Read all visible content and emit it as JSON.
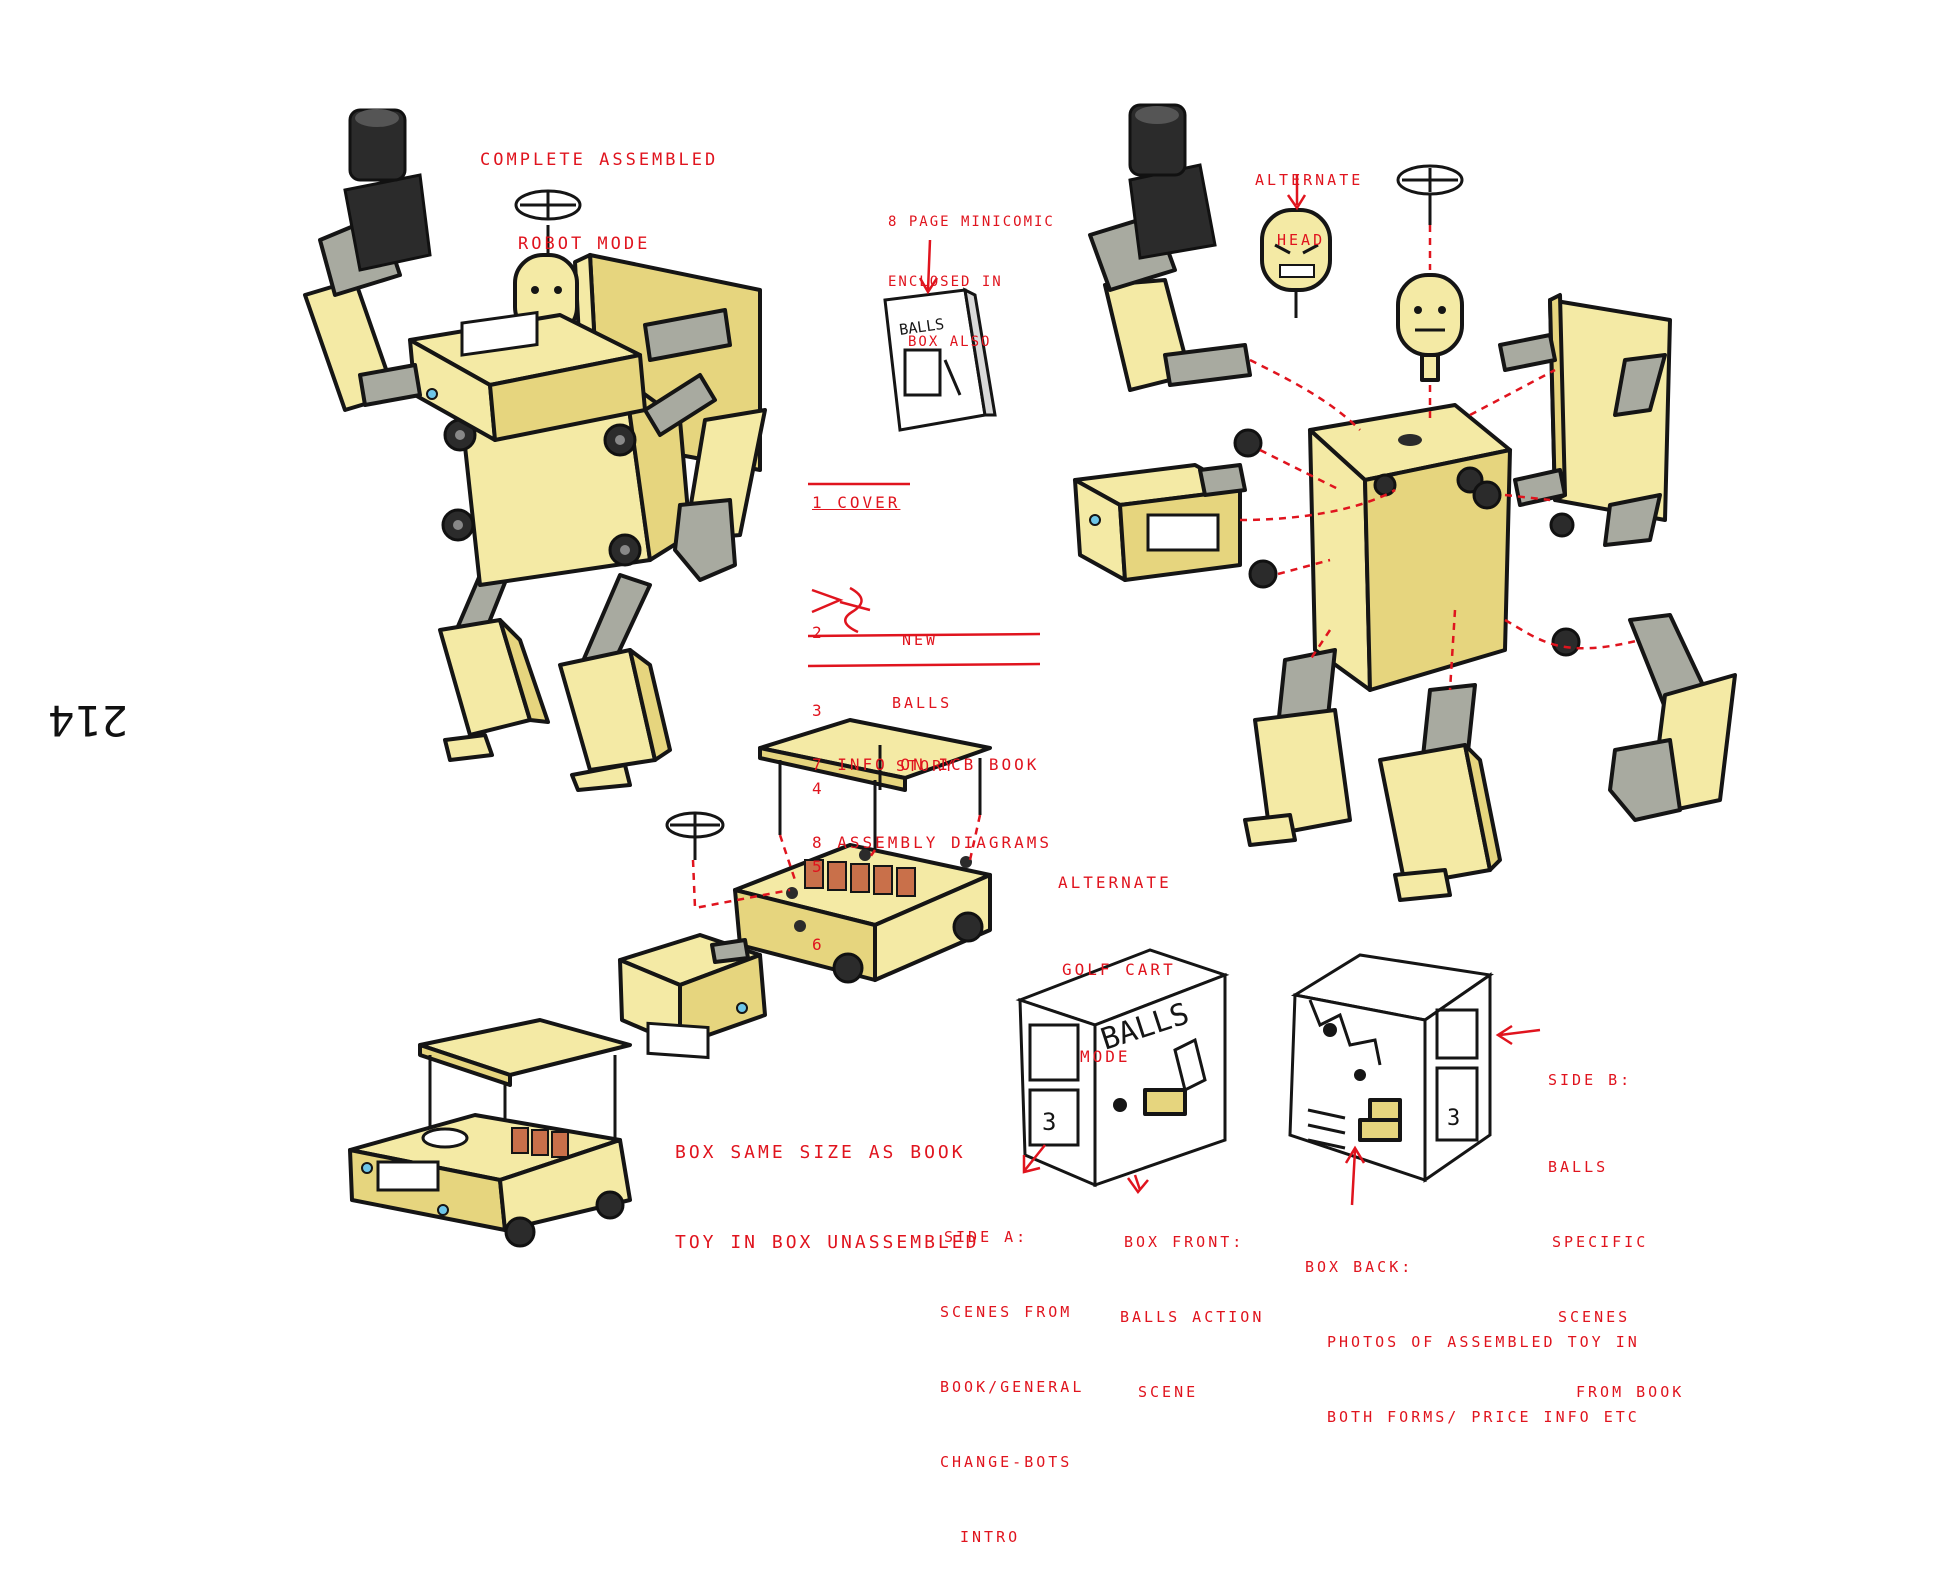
{
  "page_number": "214",
  "labels": {
    "robot_mode": [
      "COMPLETE ASSEMBLED",
      "ROBOT MODE"
    ],
    "minicomic": [
      "8 PAGE MINICOMIC",
      "ENCLOSED IN",
      "BOX ALSO"
    ],
    "comic_cover_title": "BALLS",
    "alternate_head": [
      "ALTERNATE",
      "HEAD"
    ],
    "pages": {
      "cover": "1 COVER",
      "story_pages": [
        "2",
        "3",
        "4",
        "5",
        "6"
      ],
      "story_label": [
        "NEW",
        "BALLS",
        "STORY"
      ],
      "info": "7 INFO ON ICB BOOK",
      "assembly": "8 ASSEMBLY DIAGRAMS"
    },
    "golf_cart_mode": [
      "ALTERNATE",
      "GOLF CART",
      "MODE"
    ],
    "box_size": [
      "BOX SAME SIZE AS BOOK",
      "TOY IN BOX UNASSEMBLED"
    ],
    "box_front_title": "BALLS",
    "side_a": [
      "SIDE A:",
      "SCENES FROM",
      "BOOK/GENERAL",
      "CHANGE-BOTS",
      "INTRO"
    ],
    "box_front": [
      "BOX FRONT:",
      "BALLS ACTION",
      "SCENE"
    ],
    "box_back": [
      "BOX BACK:",
      "PHOTOS OF ASSEMBLED TOY IN",
      "BOTH FORMS/ PRICE INFO ETC"
    ],
    "side_b": [
      "SIDE B:",
      "BALLS",
      "SPECIFIC",
      "SCENES",
      "FROM BOOK"
    ]
  },
  "colors": {
    "annotation": "#e0141e",
    "toy_body": "#f4eaa5",
    "toy_shadow": "#e6d57e",
    "grey_part": "#a8aaa0",
    "dark_part": "#2b2b2b",
    "ink": "#151515",
    "brick": "#c9704a"
  }
}
